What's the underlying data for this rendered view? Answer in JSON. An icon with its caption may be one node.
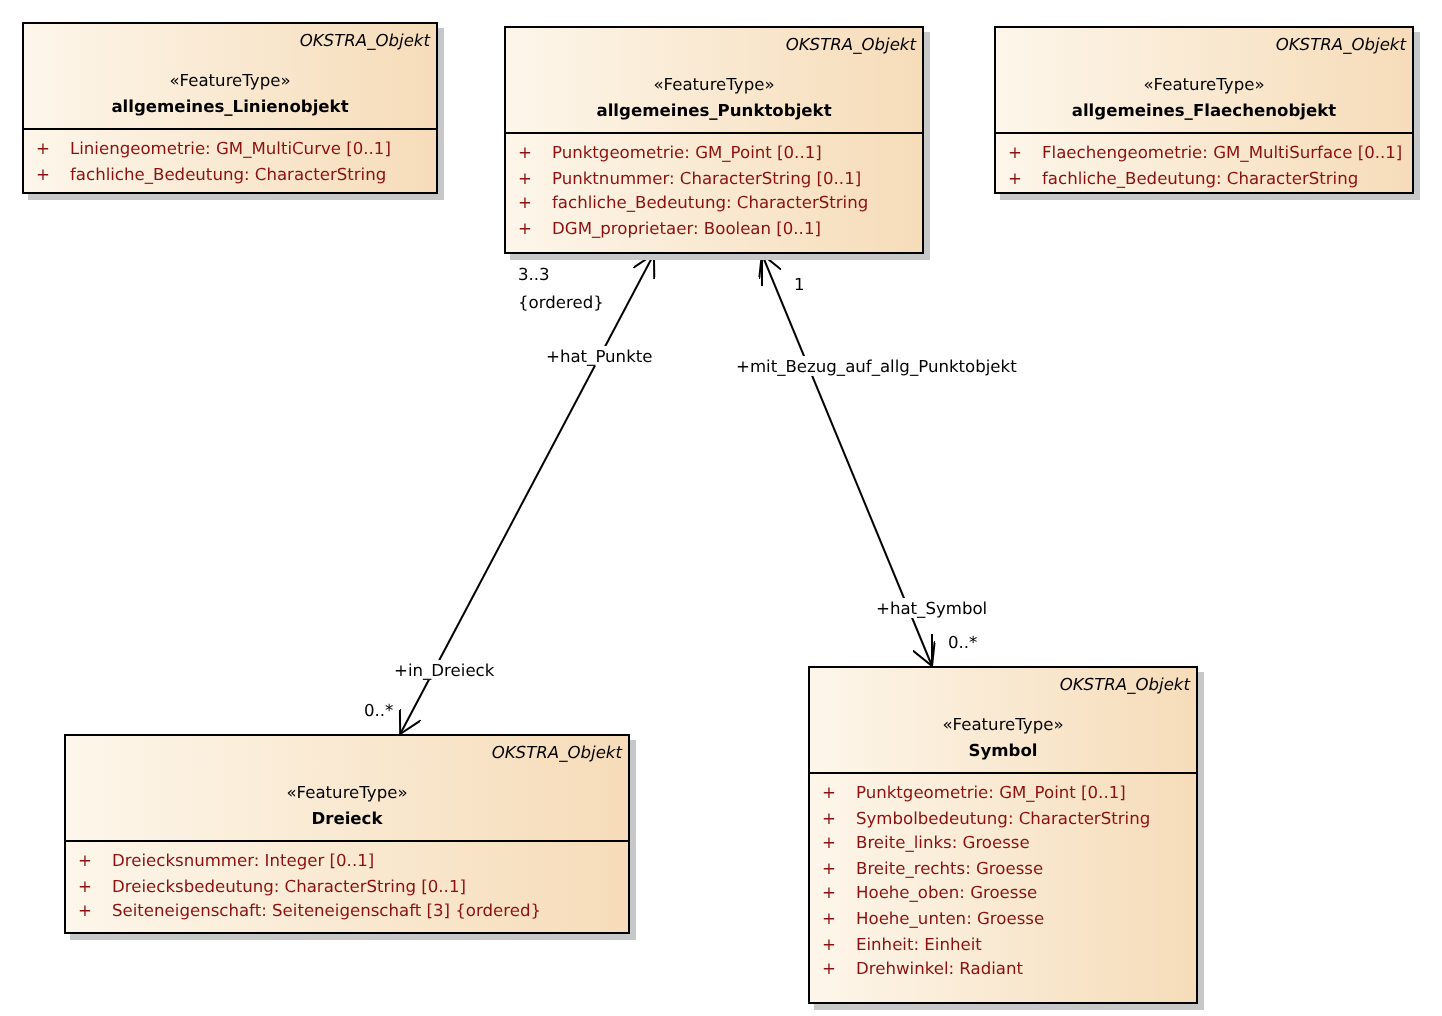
{
  "diagram": {
    "nodes": [
      {
        "text": [
          "OKSTRA_Objekt",
          "«FeatureType»",
          "allgemeines_Linienobjekt",
          "+ Liniengeometrie: GM_MultiCurve [0..1]",
          "+ fachliche_Bedeutung: CharacterString"
        ]
      },
      {
        "text": [
          "OKSTRA_Objekt",
          "«FeatureType»",
          "allgemeines_Punktobjekt",
          "+ Punktgeometrie: GM_Point [0..1]",
          "+ Punktnummer: CharacterString [0..1]",
          "+ fachliche_Bedeutung: CharacterString",
          "+ DGM_proprietaer: Boolean [0..1]"
        ]
      },
      {
        "text": [
          "OKSTRA_Objekt",
          "«FeatureType»",
          "allgemeines_Flaechenobjekt",
          "+ Flaechengeometrie: GM_MultiSurface [0..1]",
          "+ fachliche_Bedeutung: CharacterString"
        ]
      },
      {
        "text": [
          "OKSTRA_Objekt",
          "«FeatureType»",
          "Dreieck",
          "+ Dreiecksnummer: Integer [0..1]",
          "+ Dreiecksbedeutung: CharacterString [0..1]",
          "+ Seiteneigenschaft: Seiteneigenschaft [3] {ordered}"
        ]
      },
      {
        "text": [
          "OKSTRA_Objekt",
          "«FeatureType»",
          "Symbol",
          "+ Punktgeometrie: GM_Point [0..1]",
          "+ Symbolbedeutung: CharacterString",
          "+ Breite_links: Groesse",
          "+ Breite_rechts: Groesse",
          "+ Hoehe_oben: Groesse",
          "+ Hoehe_unten: Groesse",
          "+ Einheit: Einheit",
          "+ Drehwinkel: Radiant"
        ]
      }
    ],
    "edges": [
      {
        "from": 3,
        "to": 1,
        "arrow": "both",
        "label": "+hat_Punkte"
      },
      {
        "from": 4,
        "to": 1,
        "arrow": "both",
        "label": "+mit_Bezug_auf_allg_Punktobjekt"
      }
    ],
    "labels": [
      "3..3",
      "{ordered}",
      "1",
      "+hat_Symbol",
      "0..*",
      "+in_Dreieck",
      "0..*"
    ]
  }
}
